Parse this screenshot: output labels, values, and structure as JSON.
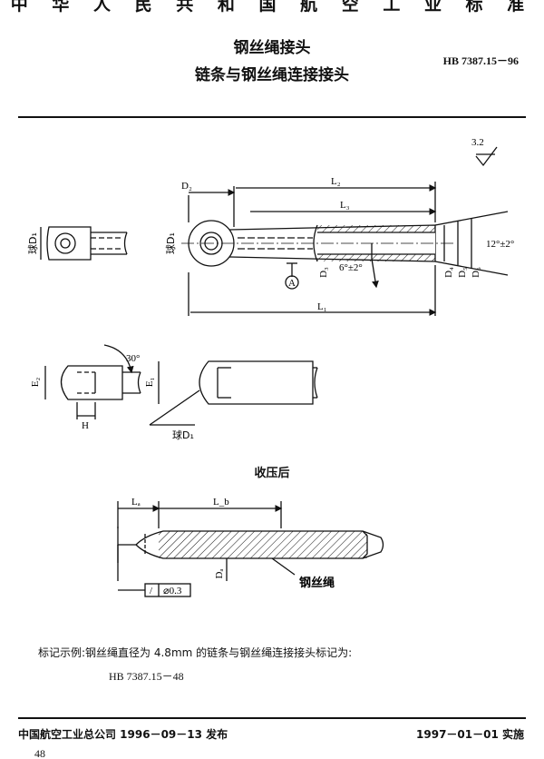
{
  "header": {
    "standard_org": "中 华 人 民 共 和 国 航 空 工 业 标 准",
    "title_line1": "钢丝绳接头",
    "title_line2": "链条与钢丝绳连接接头",
    "standard_code": "HB 7387.15－96"
  },
  "drawing": {
    "surface_roughness": "3.2",
    "dim_d2": "D₂",
    "dim_l2": "L₂",
    "dim_l3": "L₃",
    "dim_l1": "L₁",
    "label_ball_d1": "球D₁",
    "dim_d3": "D₃",
    "dim_d4": "D₄",
    "dim_d5": "D₅",
    "dim_d6": "D₆",
    "angle_inner": "6°±2°",
    "angle_outer": "12°±2°",
    "view_marker": "A",
    "dim_e2": "E₂",
    "dim_e1": "E₁",
    "dim_h": "H",
    "angle_30": "30°",
    "label_ball_d1_bottom": "球D₁",
    "dim_la": "Lₐ",
    "dim_lb": "L_b",
    "dim_da": "Dₐ",
    "tolerance": "⌀0.3",
    "wire_rope_label": "钢丝绳"
  },
  "after_press_label": "收压后",
  "example": {
    "line": "标记示例:钢丝绳直径为 4.8mm 的链条与钢丝绳连接接头标记为:",
    "code": "HB 7387.15－48"
  },
  "footer": {
    "publisher": "中国航空工业总公司 1996－09－13 发布",
    "effective": "1997－01－01 实施",
    "page_number": "48"
  }
}
